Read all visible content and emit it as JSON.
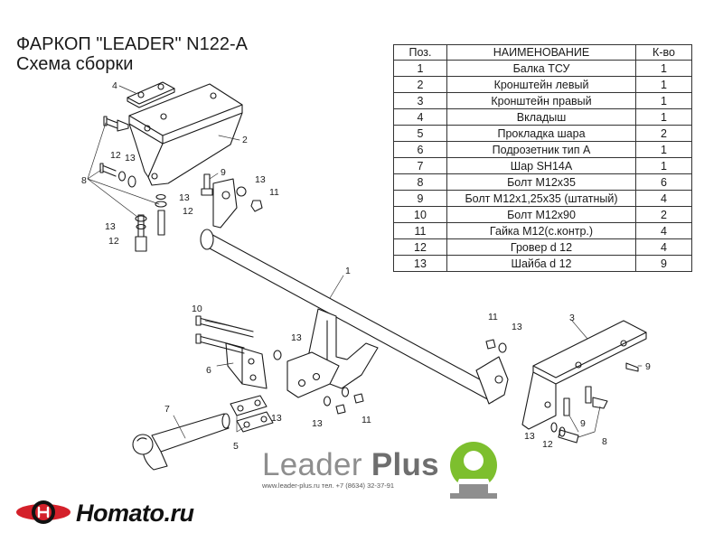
{
  "title": {
    "line1": "ФАРКОП \"LEADER\" N122-A",
    "line2": "Схема сборки"
  },
  "parts_table": {
    "headers": [
      "Поз.",
      "НАИМЕНОВАНИЕ",
      "К-во"
    ],
    "rows": [
      [
        "1",
        "Балка ТСУ",
        "1"
      ],
      [
        "2",
        "Кронштейн левый",
        "1"
      ],
      [
        "3",
        "Кронштейн правый",
        "1"
      ],
      [
        "4",
        "Вкладыш",
        "1"
      ],
      [
        "5",
        "Прокладка шара",
        "2"
      ],
      [
        "6",
        "Подрозетник тип А",
        "1"
      ],
      [
        "7",
        "Шар SH14A",
        "1"
      ],
      [
        "8",
        "Болт М12х35",
        "6"
      ],
      [
        "9",
        "Болт М12х1,25х35 (штатный)",
        "4"
      ],
      [
        "10",
        "Болт М12х90",
        "2"
      ],
      [
        "11",
        "Гайка М12(с.контр.)",
        "4"
      ],
      [
        "12",
        "Гровер d 12",
        "4"
      ],
      [
        "13",
        "Шайба d 12",
        "9"
      ]
    ]
  },
  "callouts": {
    "c1": "1",
    "c2": "2",
    "c3": "3",
    "c4": "4",
    "c5": "5",
    "c6": "6",
    "c7": "7",
    "c8_left": "8",
    "c8_right": "8",
    "c9_left": "9",
    "c9_right_a": "9",
    "c9_right_b": "9",
    "c10": "10",
    "c11_left": "11",
    "c11_mid": "11",
    "c11_bottom": "11",
    "c12_a": "12",
    "c12_b": "12",
    "c12_c": "12",
    "c12_right": "12",
    "c13_a": "13",
    "c13_b": "13",
    "c13_c": "13",
    "c13_d": "13",
    "c13_e": "13",
    "c13_mid": "13",
    "c13_bottom": "13",
    "c13_right_a": "13",
    "c13_right_b": "13"
  },
  "footer": {
    "brand_light": "Leader ",
    "brand_bold": "Plus",
    "contacts": "www.leader-plus.ru   тел. +7 (8634) 32-37-91",
    "watermark": "Homato.ru"
  },
  "colors": {
    "line": "#1a1a1a",
    "logo_green": "#7dbf2e",
    "logo_gray": "#8e8e8e",
    "homato_red": "#d4202a"
  }
}
